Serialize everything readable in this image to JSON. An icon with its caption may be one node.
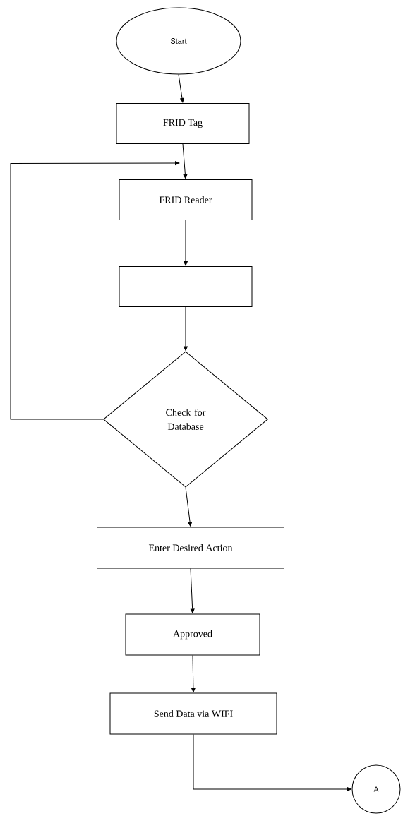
{
  "diagram": {
    "nodes": [
      {
        "text": [
          "Start"
        ]
      },
      {
        "text": [
          "FRID Tag"
        ]
      },
      {
        "text": [
          "FRID Reader"
        ]
      },
      {
        "text": [],
        "shape": "box"
      },
      {
        "text": [
          "Check for Database"
        ]
      },
      {
        "text": [
          "Enter Desired Action"
        ]
      },
      {
        "text": [
          "Approved"
        ]
      },
      {
        "text": [
          "Send Data via WIFI"
        ]
      },
      {
        "text": [
          "A"
        ]
      }
    ],
    "edges": [
      {
        "from": 0,
        "to": 1,
        "arrow": "to"
      },
      {
        "from": 1,
        "to": 2,
        "arrow": "to"
      },
      {
        "from": 4,
        "to": 2,
        "arrow": "to"
      },
      {
        "from": 2,
        "to": 3,
        "arrow": "to"
      },
      {
        "from": 3,
        "to": 4,
        "arrow": "to"
      },
      {
        "from": 4,
        "to": 5,
        "arrow": "to"
      },
      {
        "from": 5,
        "to": 6,
        "arrow": "to"
      },
      {
        "from": 6,
        "to": 7,
        "arrow": "to"
      },
      {
        "from": 7,
        "to": 8,
        "arrow": "to"
      }
    ]
  }
}
